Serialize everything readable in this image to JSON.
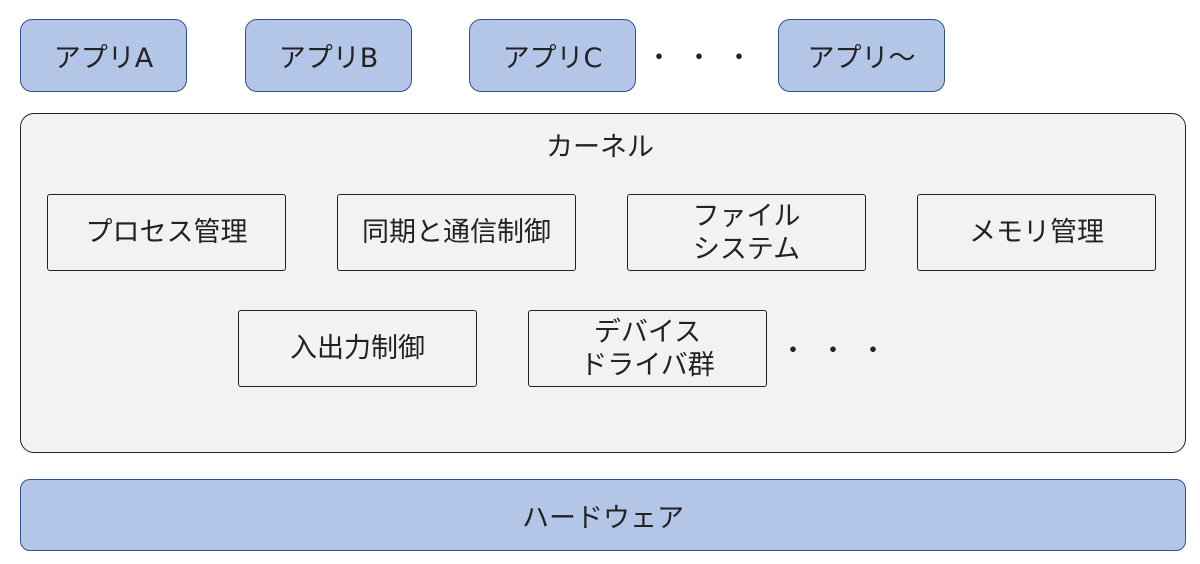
{
  "apps": [
    "アプリA",
    "アプリB",
    "アプリC",
    "アプリ〜"
  ],
  "apps_ellipsis": "・・・",
  "kernel": {
    "title": "カーネル",
    "modules_row1": [
      "プロセス管理",
      "同期と通信制御",
      "ファイル\nシステム",
      "メモリ管理"
    ],
    "modules_row2": [
      "入出力制御",
      "デバイス\nドライバ群"
    ],
    "ellipsis": "・・・"
  },
  "hardware": "ハードウェア",
  "colors": {
    "box_fill": "#b4c6e7",
    "box_border": "#2f528f",
    "kernel_fill": "#f2f2f2",
    "outline": "#222222"
  }
}
